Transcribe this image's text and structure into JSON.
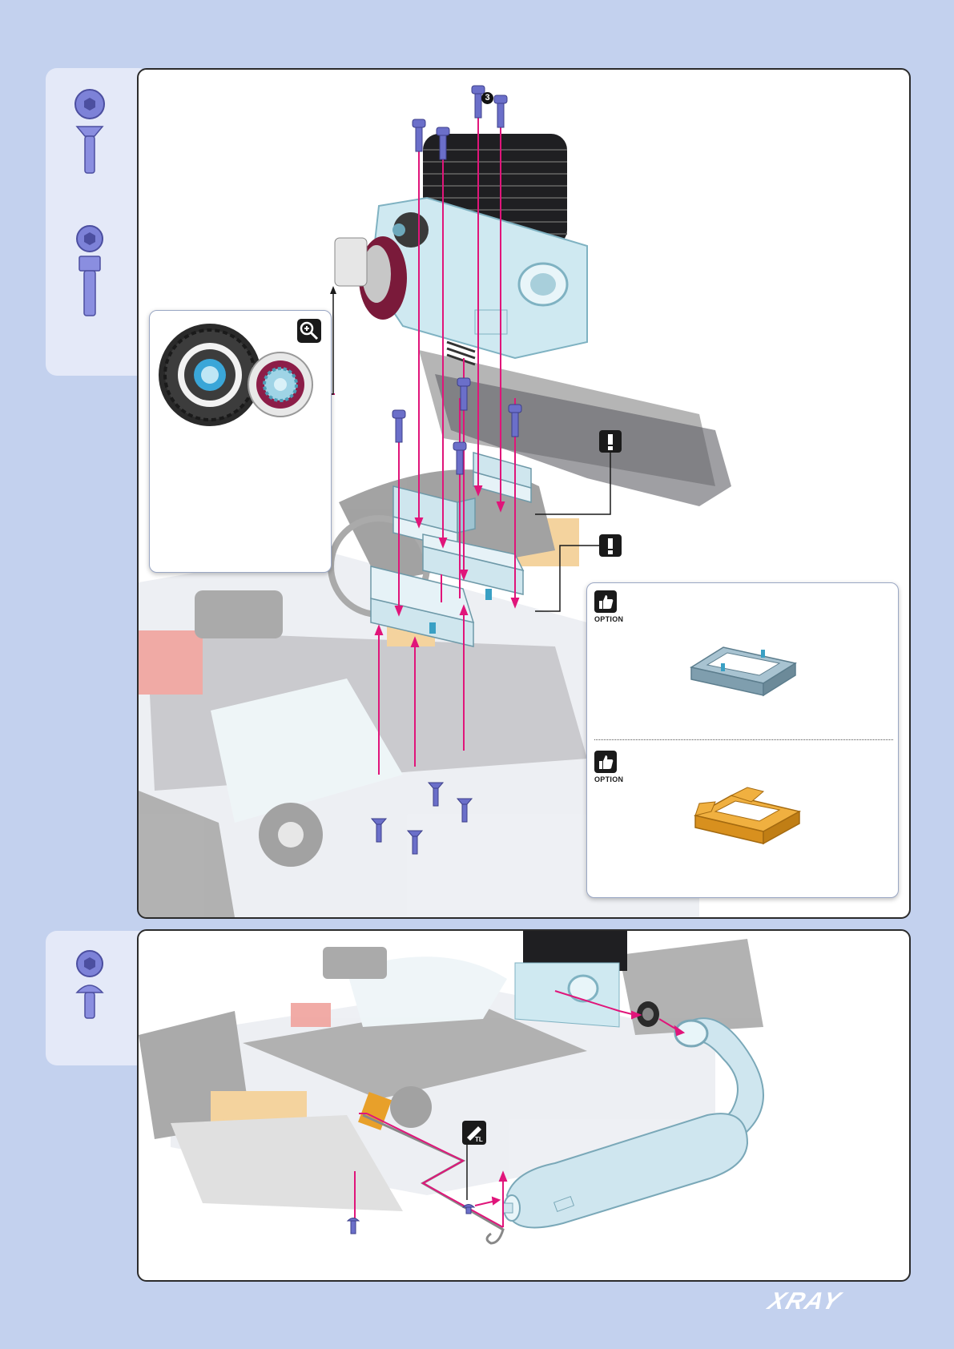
{
  "step_number": "3",
  "option_label_1": "OPTION",
  "option_label_2": "OPTION",
  "brand_logo": "XRAY",
  "colors": {
    "page_background": "#c3d1ee",
    "sidebar_tab": "#e4e9f8",
    "assembly_arrow": "#e0157a",
    "screw_blue": "#6b6fc9",
    "alloy_orange": "#e8a02a",
    "engine_block": "#bfe3ee"
  },
  "icons": [
    "countersunk-screw-icon",
    "socket-head-screw-icon",
    "button-head-screw-icon",
    "magnify-icon",
    "attention-icon",
    "option-thumbs-up-icon",
    "threadlock-icon"
  ]
}
